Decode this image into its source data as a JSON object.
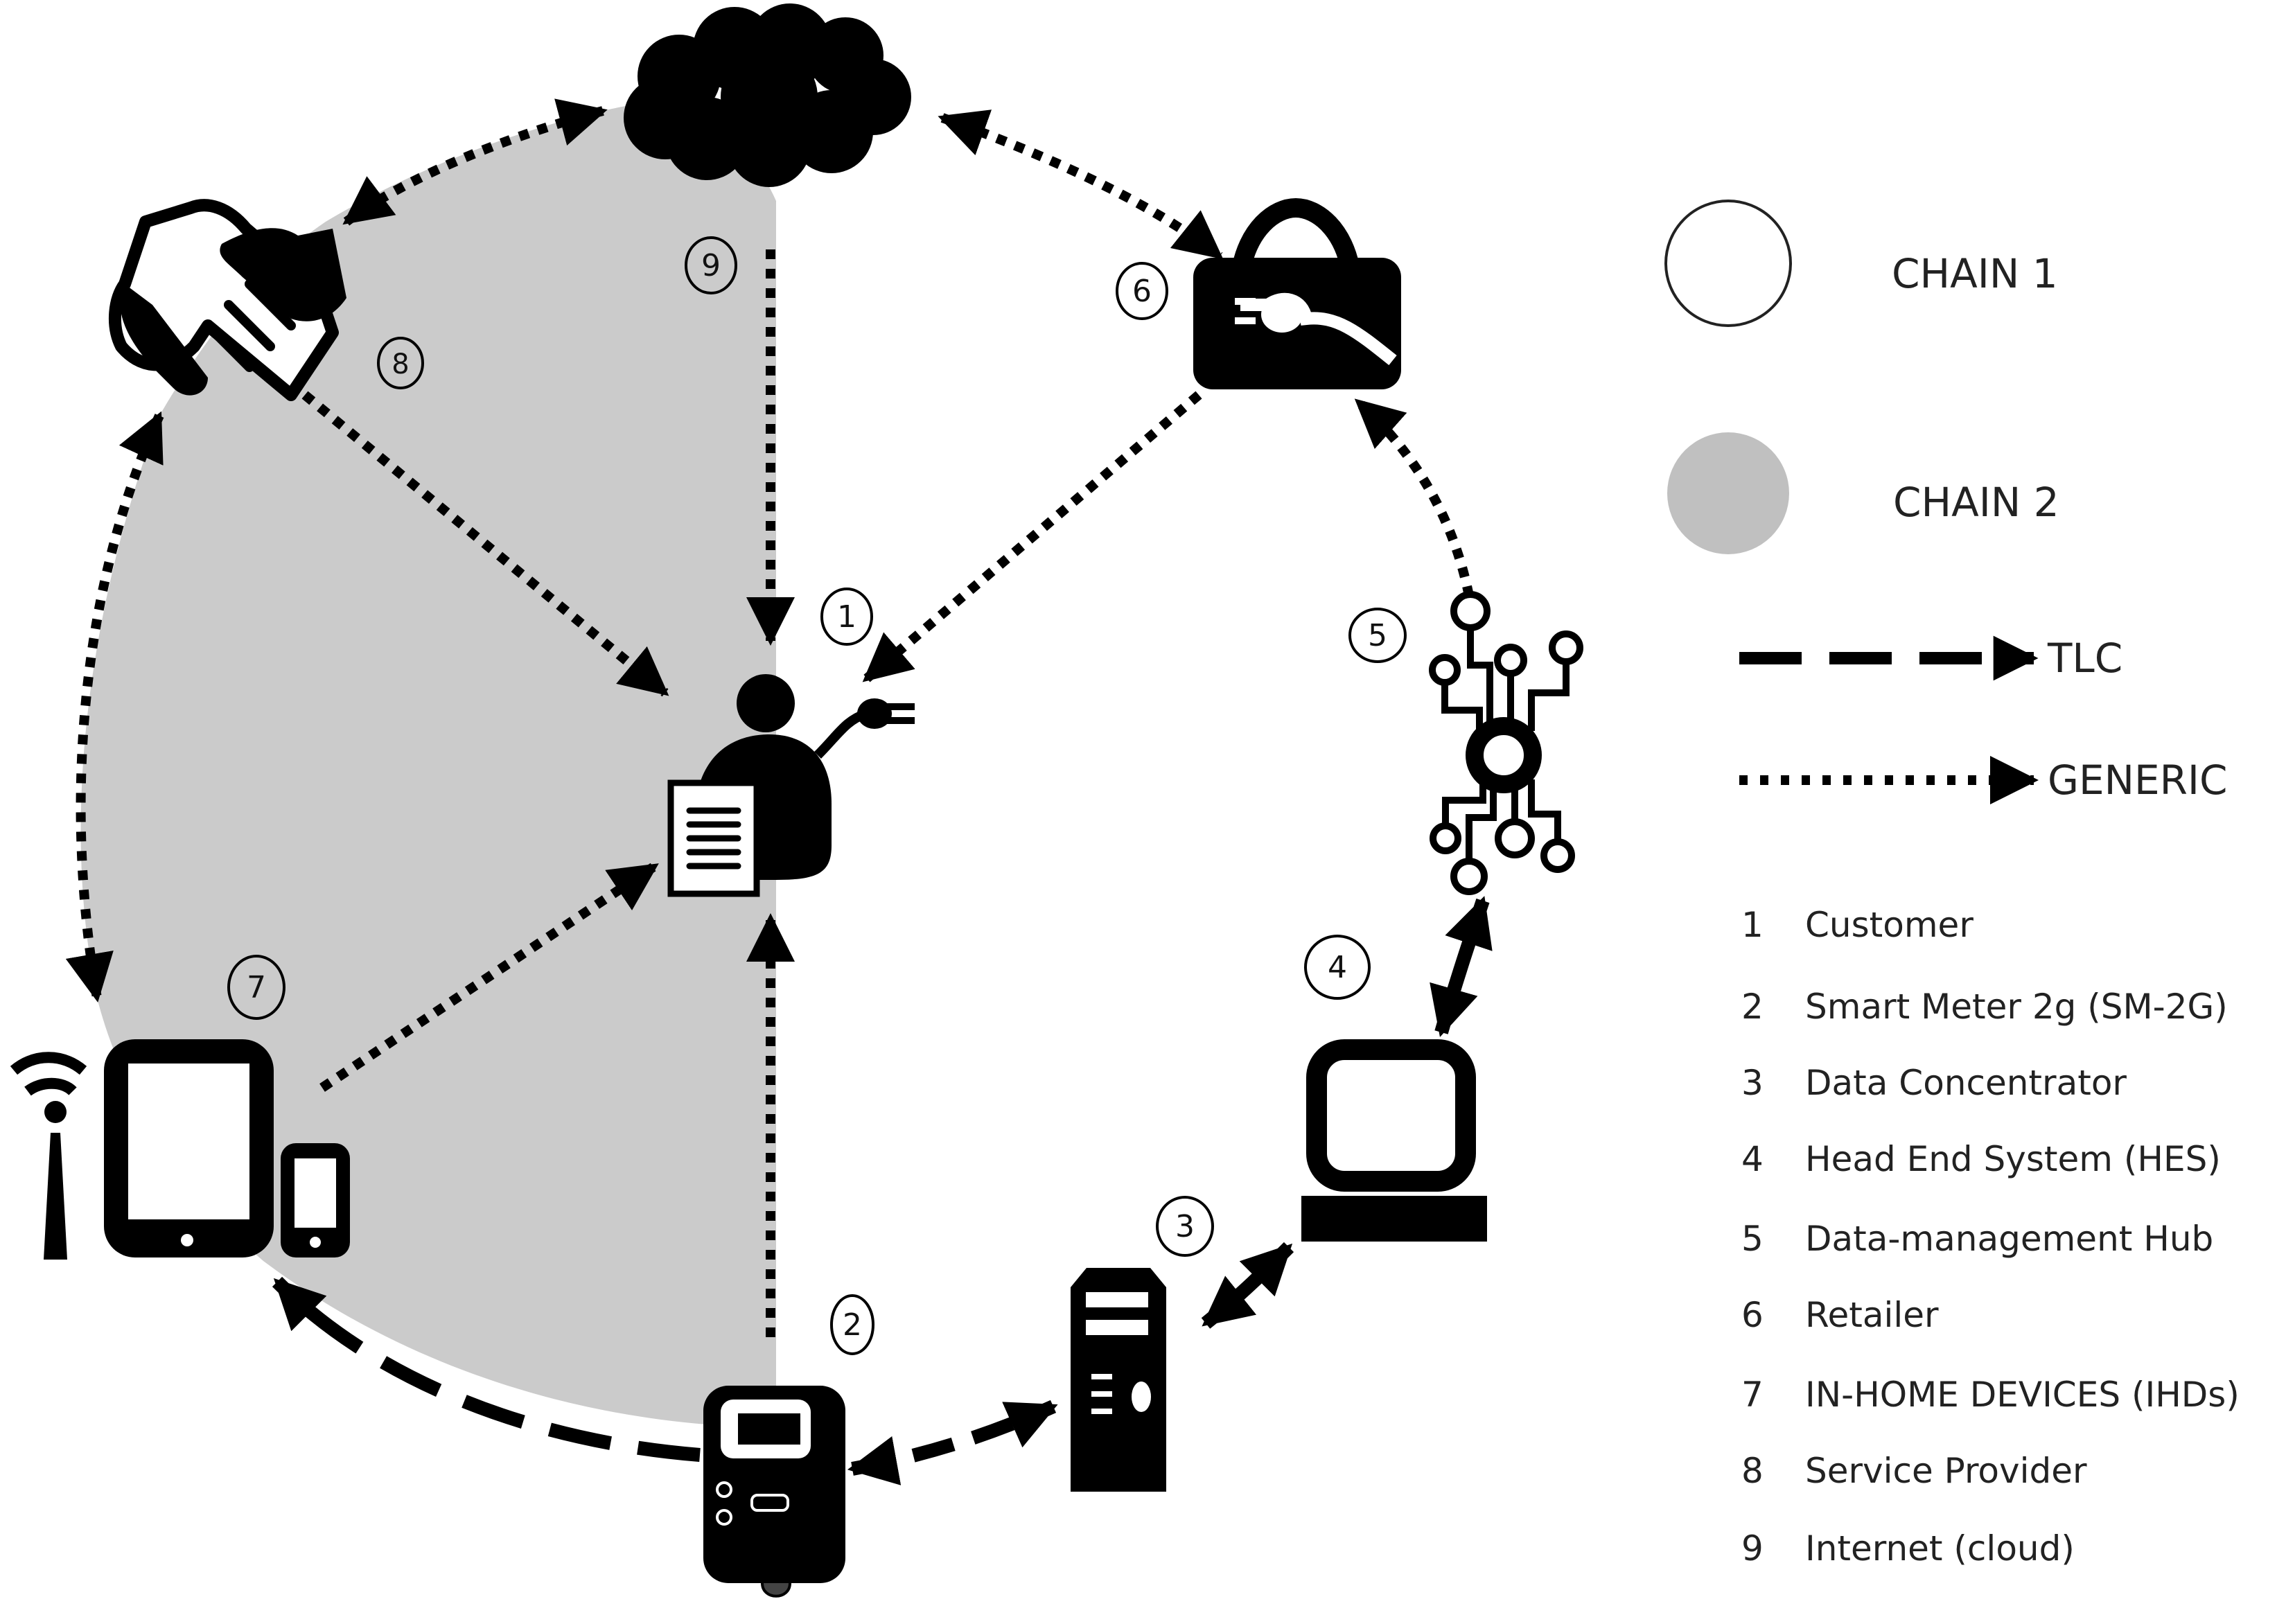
{
  "colors": {
    "ink": "#000000",
    "chain2_fill": "#cbcbcb",
    "background": "#ffffff",
    "text": "#222222"
  },
  "nodes": [
    {
      "number": "1",
      "label": "Customer",
      "icon": "customer-plug-icon"
    },
    {
      "number": "2",
      "label": "Smart Meter 2g (SM-2G)",
      "icon": "smart-meter-icon"
    },
    {
      "number": "3",
      "label": "Data Concentrator",
      "icon": "server-tower-icon"
    },
    {
      "number": "4",
      "label": "Head End System (HES)",
      "icon": "computer-monitor-icon"
    },
    {
      "number": "5",
      "label": "Data-management Hub",
      "icon": "circuit-hub-icon"
    },
    {
      "number": "6",
      "label": "Retailer",
      "icon": "briefcase-plug-icon"
    },
    {
      "number": "7",
      "label": "IN-HOME DEVICES (IHDs)",
      "icon": "tablet-phone-antenna-icon"
    },
    {
      "number": "8",
      "label": "Service Provider",
      "icon": "handshake-icon"
    },
    {
      "number": "9",
      "label": "Internet (cloud)",
      "icon": "cloud-icon"
    }
  ],
  "legend": {
    "chain1": "CHAIN 1",
    "chain2": "CHAIN 2",
    "tlc": "TLC",
    "generic": "GENERIC"
  },
  "connections": [
    {
      "from": "9",
      "to": "8",
      "type": "generic",
      "direction": "bidirectional"
    },
    {
      "from": "9",
      "to": "6",
      "type": "generic",
      "direction": "bidirectional"
    },
    {
      "from": "9",
      "to": "1",
      "type": "generic",
      "direction": "forward"
    },
    {
      "from": "8",
      "to": "1",
      "type": "generic",
      "direction": "forward"
    },
    {
      "from": "6",
      "to": "1",
      "type": "generic",
      "direction": "forward"
    },
    {
      "from": "8",
      "to": "7",
      "type": "generic",
      "direction": "bidirectional"
    },
    {
      "from": "7",
      "to": "1",
      "type": "generic",
      "direction": "forward"
    },
    {
      "from": "2",
      "to": "1",
      "type": "generic",
      "direction": "forward"
    },
    {
      "from": "5",
      "to": "6",
      "type": "generic",
      "direction": "forward"
    },
    {
      "from": "2",
      "to": "7",
      "type": "tlc",
      "direction": "forward"
    },
    {
      "from": "2",
      "to": "3",
      "type": "tlc",
      "direction": "bidirectional"
    },
    {
      "from": "3",
      "to": "4",
      "type": "tlc",
      "direction": "bidirectional"
    },
    {
      "from": "4",
      "to": "5",
      "type": "tlc",
      "direction": "bidirectional"
    }
  ]
}
